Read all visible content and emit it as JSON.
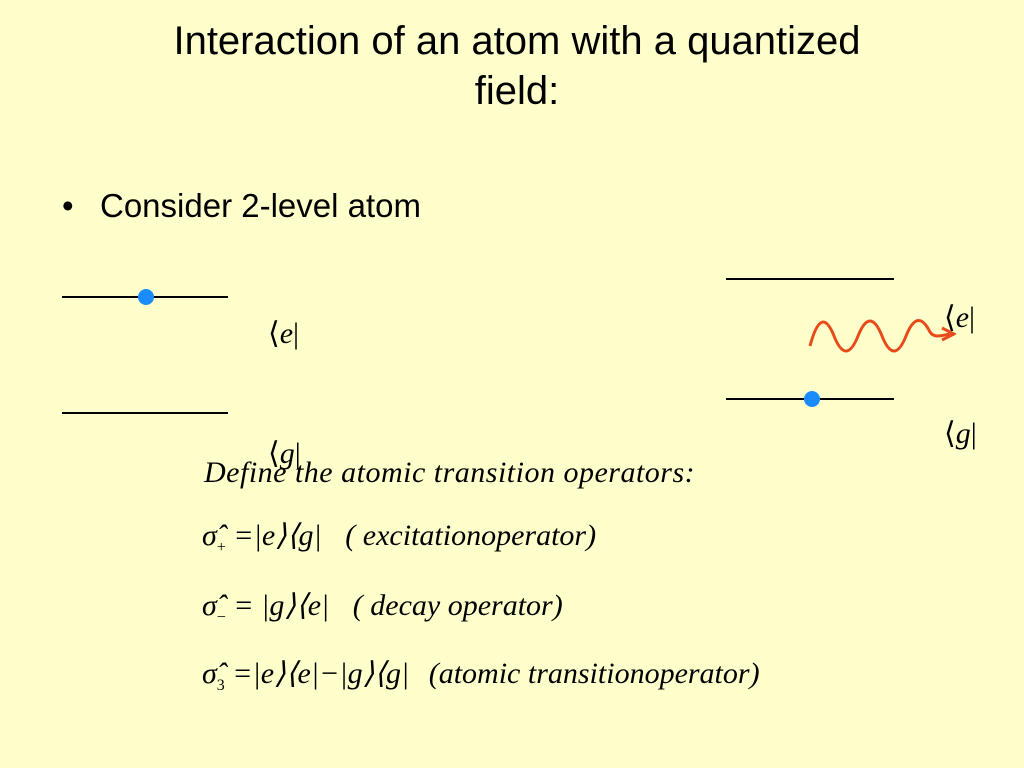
{
  "slide": {
    "title_line1": "Interaction of an atom with a quantized",
    "title_line2": "field:",
    "bullet": "Consider 2-level atom"
  },
  "left_diagram": {
    "upper_label": "e",
    "lower_label": "g",
    "electron_on": "upper"
  },
  "right_diagram": {
    "upper_label": "e",
    "lower_label": "g",
    "electron_on": "lower",
    "photon_color": "#e84a1a"
  },
  "colors": {
    "background": "#ffffcc",
    "electron": "#1a8cff",
    "photon": "#e84a1a"
  },
  "equations": {
    "intro": "Define the atomic transition operators:",
    "sigma_plus": {
      "symbol": "σ̂",
      "sub": "+",
      "rhs": "=|e⟩⟨g|",
      "note": "( excitationoperator)"
    },
    "sigma_minus": {
      "symbol": "σ̂",
      "sub": "−",
      "rhs": "= |g⟩⟨e|",
      "note": "( decay operator)"
    },
    "sigma_3": {
      "symbol": "σ̂",
      "sub": "3",
      "rhs": "=|e⟩⟨e|−|g⟩⟨g|",
      "note": "(atomic transitionoperator)"
    }
  }
}
